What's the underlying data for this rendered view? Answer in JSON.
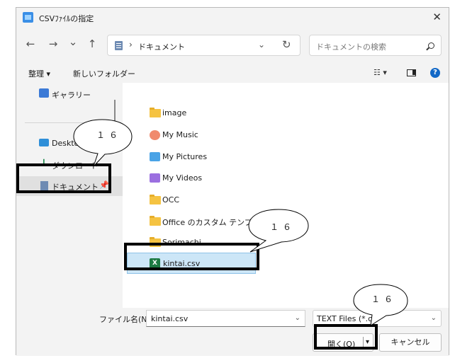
{
  "window": {
    "title": "CSVﾌｧｲﾙの指定",
    "close": "✕"
  },
  "nav": {
    "back": "←",
    "forward": "→",
    "recent": "⌄",
    "up": "↑",
    "path_separator": "›",
    "path": "ドキュメント",
    "path_dropdown": "⌄",
    "refresh": "↻",
    "search_placeholder": "ドキュメントの検索"
  },
  "commands": {
    "organize": "整理 ▾",
    "new_folder": "新しいフォルダー",
    "view": "☷ ▾",
    "help": "?"
  },
  "sidebar": {
    "items": [
      {
        "label": "ギャラリー",
        "icon": "gallery-icon"
      },
      {
        "label": "Deskto",
        "icon": "desktop-icon"
      },
      {
        "label": "ダウンロード",
        "icon": "download-icon"
      },
      {
        "label": "ドキュメント",
        "icon": "documents-icon",
        "pinned": true,
        "selected": true
      }
    ],
    "pin_glyph": "📌"
  },
  "files": [
    {
      "name": "image",
      "icon": "folder-icon"
    },
    {
      "name": "My Music",
      "icon": "music-icon"
    },
    {
      "name": "My Pictures",
      "icon": "pictures-icon"
    },
    {
      "name": "My Videos",
      "icon": "videos-icon"
    },
    {
      "name": "OCC",
      "icon": "folder-icon"
    },
    {
      "name": "Office のカスタム テンプレート",
      "icon": "folder-icon"
    },
    {
      "name": "Sorimachi",
      "icon": "folder-icon"
    },
    {
      "name": "kintai.csv",
      "icon": "excel-icon",
      "selected": true
    }
  ],
  "bottom": {
    "filename_label": "ファイル名(N):",
    "filename_value": "kintai.csv",
    "filetype_value": "TEXT Files (*.cs",
    "open_label": "開く(O)",
    "open_dropdown": "▾",
    "cancel_label": "キャンセル",
    "dropdown_glyph": "⌄"
  },
  "annotations": {
    "callout_1": "１６",
    "callout_2": "１６",
    "callout_3": "１６"
  },
  "colors": {
    "accent": "#1268c7",
    "selection": "#cce6f7",
    "highlight_border": "#000000",
    "folder": "#f5c342"
  }
}
